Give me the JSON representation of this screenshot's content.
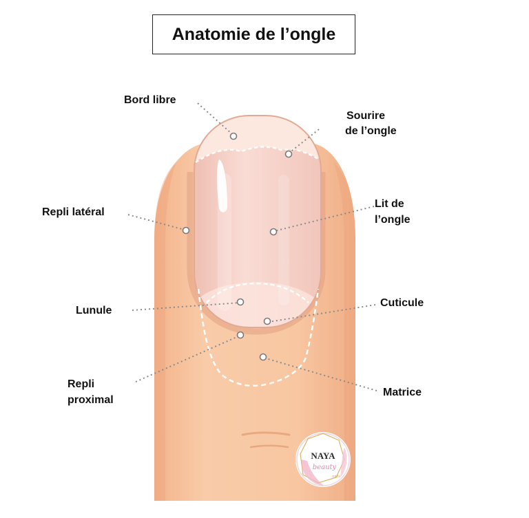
{
  "title": "Anatomie de l’ongle",
  "labels": {
    "bord_libre": "Bord libre",
    "sourire_1": "Sourire",
    "sourire_2": "de l’ongle",
    "repli_lateral": "Repli latéral",
    "lit_1": "Lit de",
    "lit_2": "l’ongle",
    "lunule": "Lunule",
    "cuticule": "Cuticule",
    "repli_1": "Repli",
    "repli_2": "proximal",
    "matrice": "Matrice"
  },
  "logo": {
    "line1": "NAYA",
    "line2": "beauty",
    "line3": "nails"
  },
  "colors": {
    "skin": "#f8c9a4",
    "skin_shade": "#e8a47d",
    "nail_plate": "#f7d6cf",
    "nail_edge": "#fdebe3",
    "leader": "#8a8a8a"
  }
}
